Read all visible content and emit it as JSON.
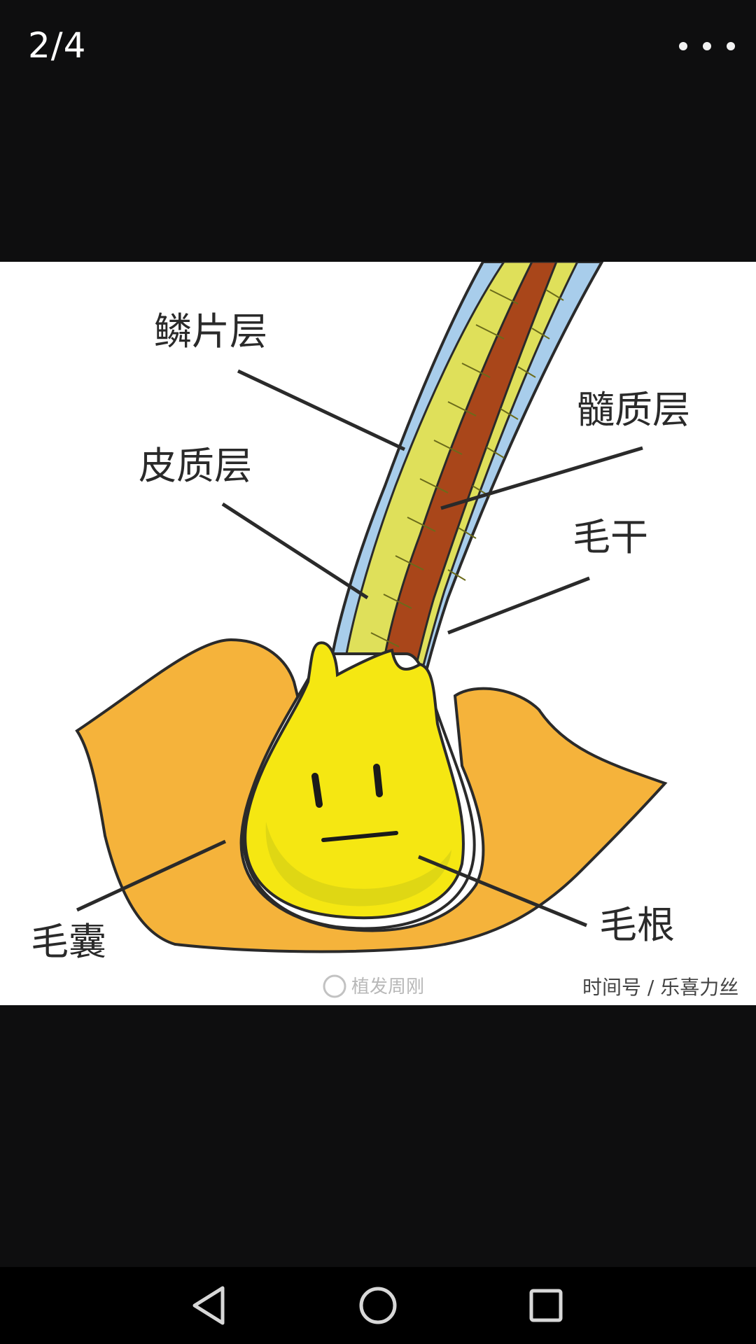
{
  "header": {
    "page_counter": "2/4",
    "more_icon": "more-horizontal-icon"
  },
  "diagram": {
    "labels": {
      "cuticle": "鳞片层",
      "medulla": "髓质层",
      "cortex": "皮质层",
      "shaft": "毛干",
      "follicle": "毛囊",
      "root": "毛根"
    },
    "watermark": "植发周刚",
    "credit": "时间号 / 乐喜力丝",
    "colors": {
      "skin": "#f5b33b",
      "bulb": "#f5e712",
      "cuticle": "#a8cdeb",
      "cortex": "#dfe05a",
      "medulla": "#a9461a"
    }
  },
  "nav": {
    "back_icon": "back-triangle-icon",
    "home_icon": "home-circle-icon",
    "recent_icon": "recent-square-icon"
  }
}
